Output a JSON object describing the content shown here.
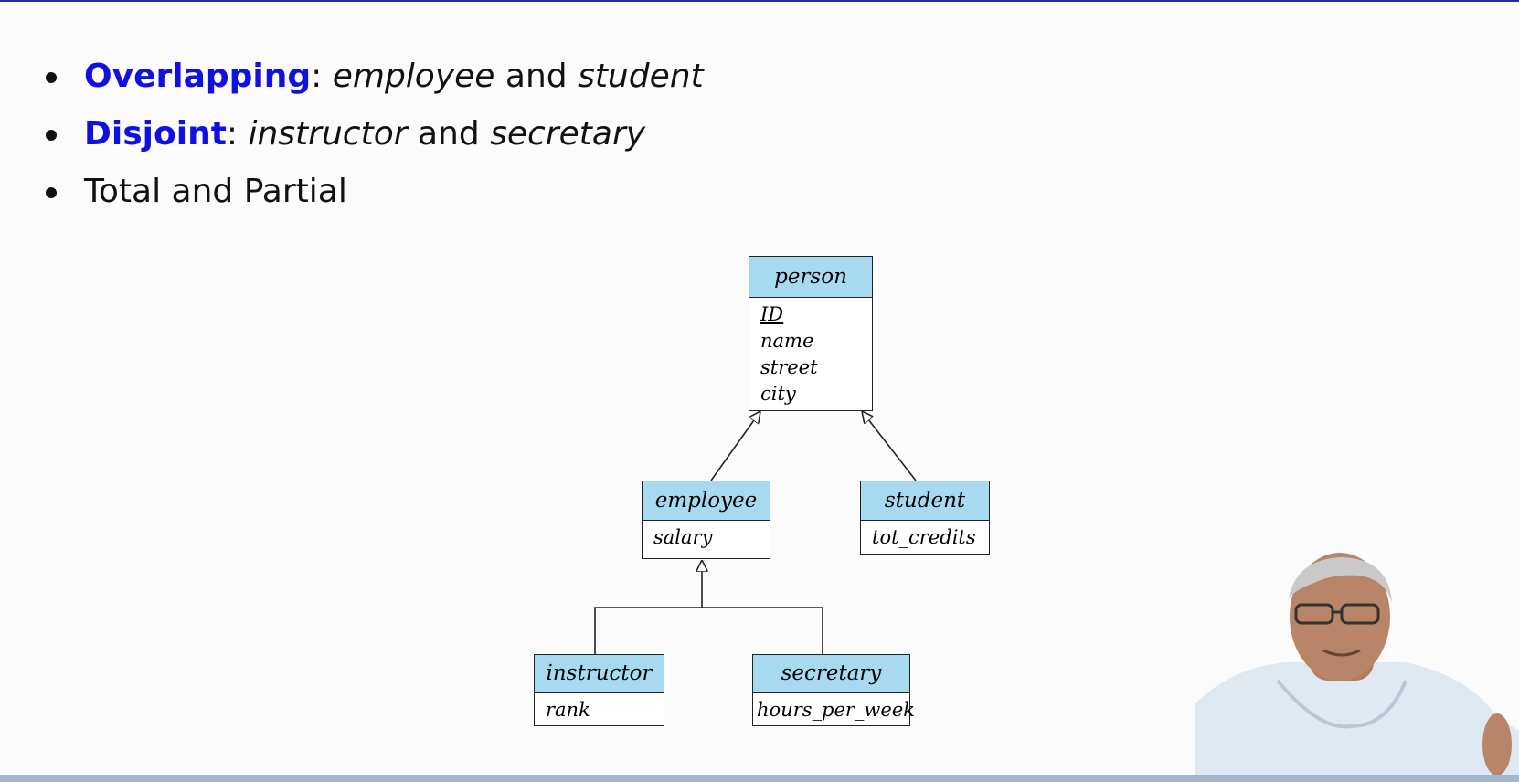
{
  "bullets": [
    {
      "keyword": "Overlapping",
      "sep": ": ",
      "a": "employee",
      "conj": " and ",
      "b": "student"
    },
    {
      "keyword": "Disjoint",
      "sep": ": ",
      "a": "instructor",
      "conj": " and ",
      "b": "secretary"
    },
    {
      "text": "Total and Partial"
    }
  ],
  "entities": {
    "person": {
      "name": "person",
      "attributes": [
        "ID",
        "name",
        "street",
        "city"
      ],
      "key": "ID"
    },
    "employee": {
      "name": "employee",
      "attributes": [
        "salary"
      ]
    },
    "student": {
      "name": "student",
      "attributes": [
        "tot_credits"
      ]
    },
    "instructor": {
      "name": "instructor",
      "attributes": [
        "rank"
      ]
    },
    "secretary": {
      "name": "secretary",
      "attributes": [
        "hours_per_week"
      ]
    }
  },
  "colors": {
    "keyword": "#1010e0",
    "entity_header": "#a7daf0"
  }
}
